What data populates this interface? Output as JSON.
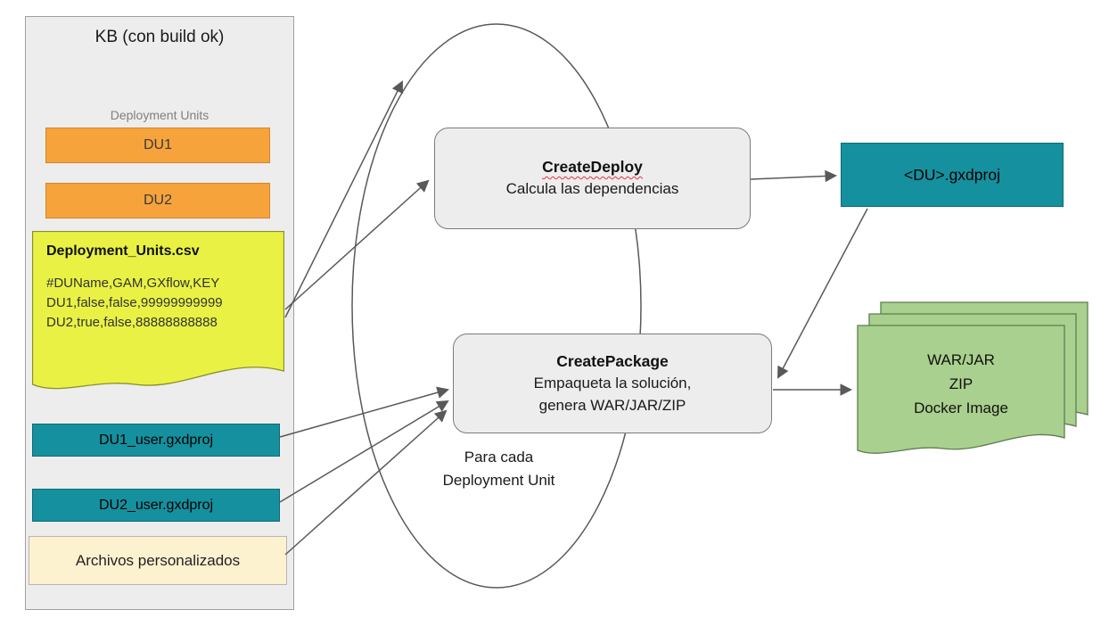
{
  "kb_panel": {
    "title": "KB (con build ok)",
    "deployment_units_label": "Deployment Units",
    "du_boxes": [
      "DU1",
      "DU2"
    ],
    "csv_note": {
      "title": "Deployment_Units.csv",
      "lines": [
        "#DUName,GAM,GXflow,KEY",
        "DU1,false,false,99999999999",
        "DU2,true,false,88888888888"
      ]
    },
    "gxdproj_boxes": [
      "DU1_user.gxdproj",
      "DU2_user.gxdproj"
    ],
    "custom_files_label": "Archivos personalizados"
  },
  "loop": {
    "caption_line1": "Para cada",
    "caption_line2": "Deployment Unit"
  },
  "tasks": {
    "create_deploy": {
      "title": "CreateDeploy",
      "subtitle": "Calcula las dependencias"
    },
    "create_package": {
      "title": "CreatePackage",
      "subtitle_line1": "Empaqueta la solución,",
      "subtitle_line2": "genera WAR/JAR/ZIP"
    }
  },
  "outputs": {
    "gxdproj": "<DU>.gxdproj",
    "package_lines": [
      "WAR/JAR",
      "ZIP",
      "Docker Image"
    ]
  },
  "colors": {
    "panel_gray": "#ededed",
    "orange": "#f6a33c",
    "yellow_note": "#e9f244",
    "teal": "#15909e",
    "cream": "#fdf2cf",
    "green_doc": "#a9d08e",
    "stroke": "#595959"
  }
}
